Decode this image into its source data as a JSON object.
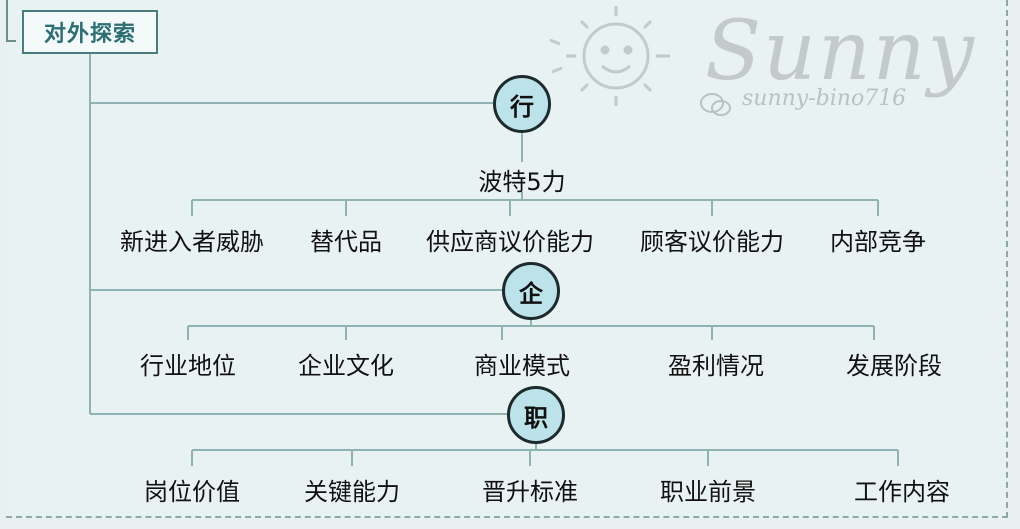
{
  "title": "对外探索",
  "watermark": {
    "brand": "Sunny",
    "handle": "sunny-bino716",
    "icon": "sun-icon",
    "chat_icon": "wechat-icon"
  },
  "nodes": [
    {
      "label": "行",
      "branch_title": "波特5力",
      "items": [
        "新进入者威胁",
        "替代品",
        "供应商议价能力",
        "顾客议价能力",
        "内部竞争"
      ]
    },
    {
      "label": "企",
      "branch_title": "",
      "items": [
        "行业地位",
        "企业文化",
        "商业模式",
        "盈利情况",
        "发展阶段"
      ]
    },
    {
      "label": "职",
      "branch_title": "",
      "items": [
        "岗位价值",
        "关键能力",
        "晋升标准",
        "职业前景",
        "工作内容"
      ]
    }
  ],
  "colors": {
    "background": "#e9f2f2",
    "title_border": "#4a7d80",
    "circle_fill": "#bde3ea",
    "line": "#8fb3b3"
  }
}
